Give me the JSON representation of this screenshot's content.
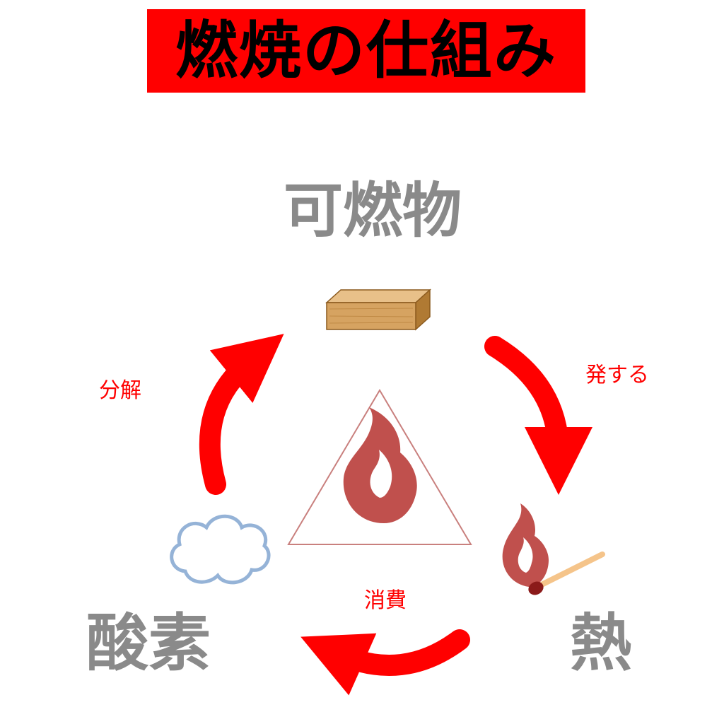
{
  "title": "燃焼の仕組み",
  "nodes": {
    "combustible": "可燃物",
    "oxygen": "酸素",
    "heat": "熱"
  },
  "arrow_labels": {
    "top_to_right": "発する",
    "right_to_left": "消費",
    "left_to_top": "分解"
  },
  "colors": {
    "banner": "#ff0000",
    "arrow": "#ff0000",
    "node_text": "#8a8a8a",
    "flame": "#c0504d",
    "cloud_stroke": "#95b3d7",
    "wood": "#d6a361"
  },
  "icons": [
    "wood-block-icon",
    "flame-icon",
    "cloud-icon",
    "match-icon",
    "fire-triangle-icon"
  ]
}
